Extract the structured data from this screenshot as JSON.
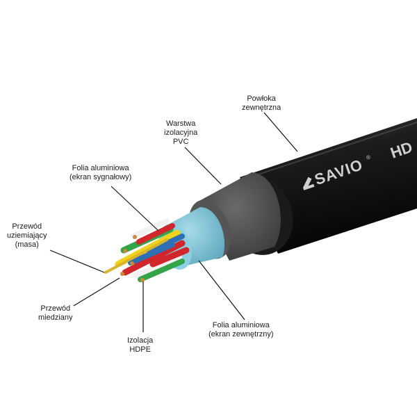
{
  "brand": {
    "logo_text": "SAVIO",
    "print_text": "HD",
    "registered_mark": "®"
  },
  "colors": {
    "jacket": "#141414",
    "pvc_layer": "#4d4d4d",
    "outer_foil": "#7fc3d6",
    "leader": "#111111",
    "wire_red": "#d1262b",
    "wire_green": "#33a447",
    "wire_yellow": "#f0d21a",
    "wire_blue": "#2f6fb4",
    "wire_white": "#f1f1f1",
    "copper": "#c98a3a"
  },
  "labels": {
    "outer_jacket": [
      "Powłoka",
      "zewnętrzna"
    ],
    "pvc_insulation": [
      "Warstwa",
      "izolacyjna",
      "PVC"
    ],
    "signal_foil": [
      "Folia aluminiowa",
      "(ekran sygnałowy)"
    ],
    "ground_wire": [
      "Przewód",
      "uziemiający",
      "(masa)"
    ],
    "copper_wire": [
      "Przewód",
      "miedziany"
    ],
    "hdpe_insulation": [
      "Izolacja",
      "HDPE"
    ],
    "outer_foil": [
      "Folia aluminiowa",
      "(ekran zewnętrzny)"
    ]
  }
}
